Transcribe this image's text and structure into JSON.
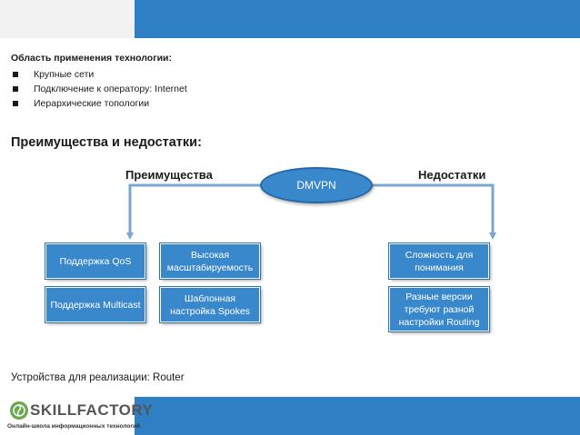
{
  "scope": {
    "title": "Область применения технологии:",
    "items": [
      "Крупные сети",
      "Подключение к оператору: Internet",
      "Иерархические топологии"
    ]
  },
  "section_title": "Преимущества и недостатки:",
  "diagram": {
    "center": "DMVPN",
    "advantages_label": "Преимущества",
    "disadvantages_label": "Недостатки",
    "advantages": [
      "Поддержка QoS",
      "Высокая масштабируемость",
      "Поддержка Multicast",
      "Шаблонная настройка Spokes"
    ],
    "disadvantages": [
      "Сложность для понимания",
      "Разные версии требуют разной настройки Routing"
    ]
  },
  "devices": "Устройства для реализации:  Router",
  "logo": {
    "name": "SKILLFACTORY",
    "tagline": "Онлайн-школа информационных технологий"
  },
  "colors": {
    "band": "#2f7fc4",
    "box": "#3a88cc",
    "connector": "#7aa6cf"
  }
}
